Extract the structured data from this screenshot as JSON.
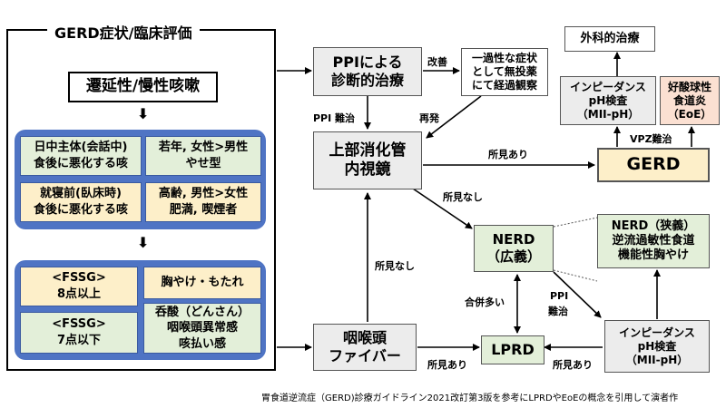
{
  "panel_title": "GERD症状/臨床評価",
  "symptom": "遷延性/慢性咳嗽",
  "cells_top": [
    {
      "line1": "日中主体(会話中)",
      "line2": "食後に悪化する咳"
    },
    {
      "line1": "若年, 女性>男性",
      "line2": "やせ型"
    },
    {
      "line1": "就寝前(臥床時)",
      "line2": "食後に悪化する咳"
    },
    {
      "line1": "高齢, 男性>女性",
      "line2": "肥満, 喫煙者"
    }
  ],
  "cells_bottom": [
    {
      "line1": "<FSSG>",
      "line2": "8点以上"
    },
    {
      "line1": "胸やけ・もたれ",
      "line2": ""
    },
    {
      "line1": "<FSSG>",
      "line2": "7点以下"
    },
    {
      "line1": "呑酸（どんさん）",
      "line2": "咽喉頭異常感",
      "line3": "咳払い感"
    }
  ],
  "nodes": {
    "ppi": {
      "line1": "PPIによる",
      "line2": "診断的治療"
    },
    "observe": {
      "line1": "一過性な症状",
      "line2": "として無投薬",
      "line3": "にて経過観察"
    },
    "endoscopy": {
      "line1": "上部消化管",
      "line2": "内視鏡"
    },
    "surgery": "外科的治療",
    "impedance_top": {
      "line1": "インピーダンス",
      "line2": "pH検査",
      "line3": "（MII-pH）"
    },
    "eoe": {
      "line1": "好酸球性",
      "line2": "食道炎",
      "line3": "（EoE）"
    },
    "gerd": "GERD",
    "nerd_broad": {
      "line1": "NERD",
      "line2": "（広義）"
    },
    "nerd_narrow": {
      "line1": "NERD（狭義）",
      "line2": "逆流過敏性食道",
      "line3": "機能性胸やけ"
    },
    "fiber": {
      "line1": "咽喉頭",
      "line2": "ファイバー"
    },
    "lprd": "LPRD",
    "impedance_bottom": {
      "line1": "インピーダンス",
      "line2": "pH検査",
      "line3": "（MII-pH）"
    }
  },
  "edge_labels": {
    "improve": "改善",
    "ppi_resistant": "PPI 難治",
    "relapse": "再発",
    "findings_yes": "所見あり",
    "vpz_resistant": "VPZ難治",
    "findings_no": "所見なし",
    "fiber_findings_no": "所見なし",
    "often_combined": "合併多い",
    "ppi_resistant2_line1": "PPI",
    "ppi_resistant2_line2": "難治",
    "fiber_findings_yes": "所見あり",
    "mii_findings_yes": "所見あり"
  },
  "footer": "胃食道逆流症（GERD)診療ガイドライン2021改訂第3版を参考にLPRDやEoEの概念を引用して演者作"
}
